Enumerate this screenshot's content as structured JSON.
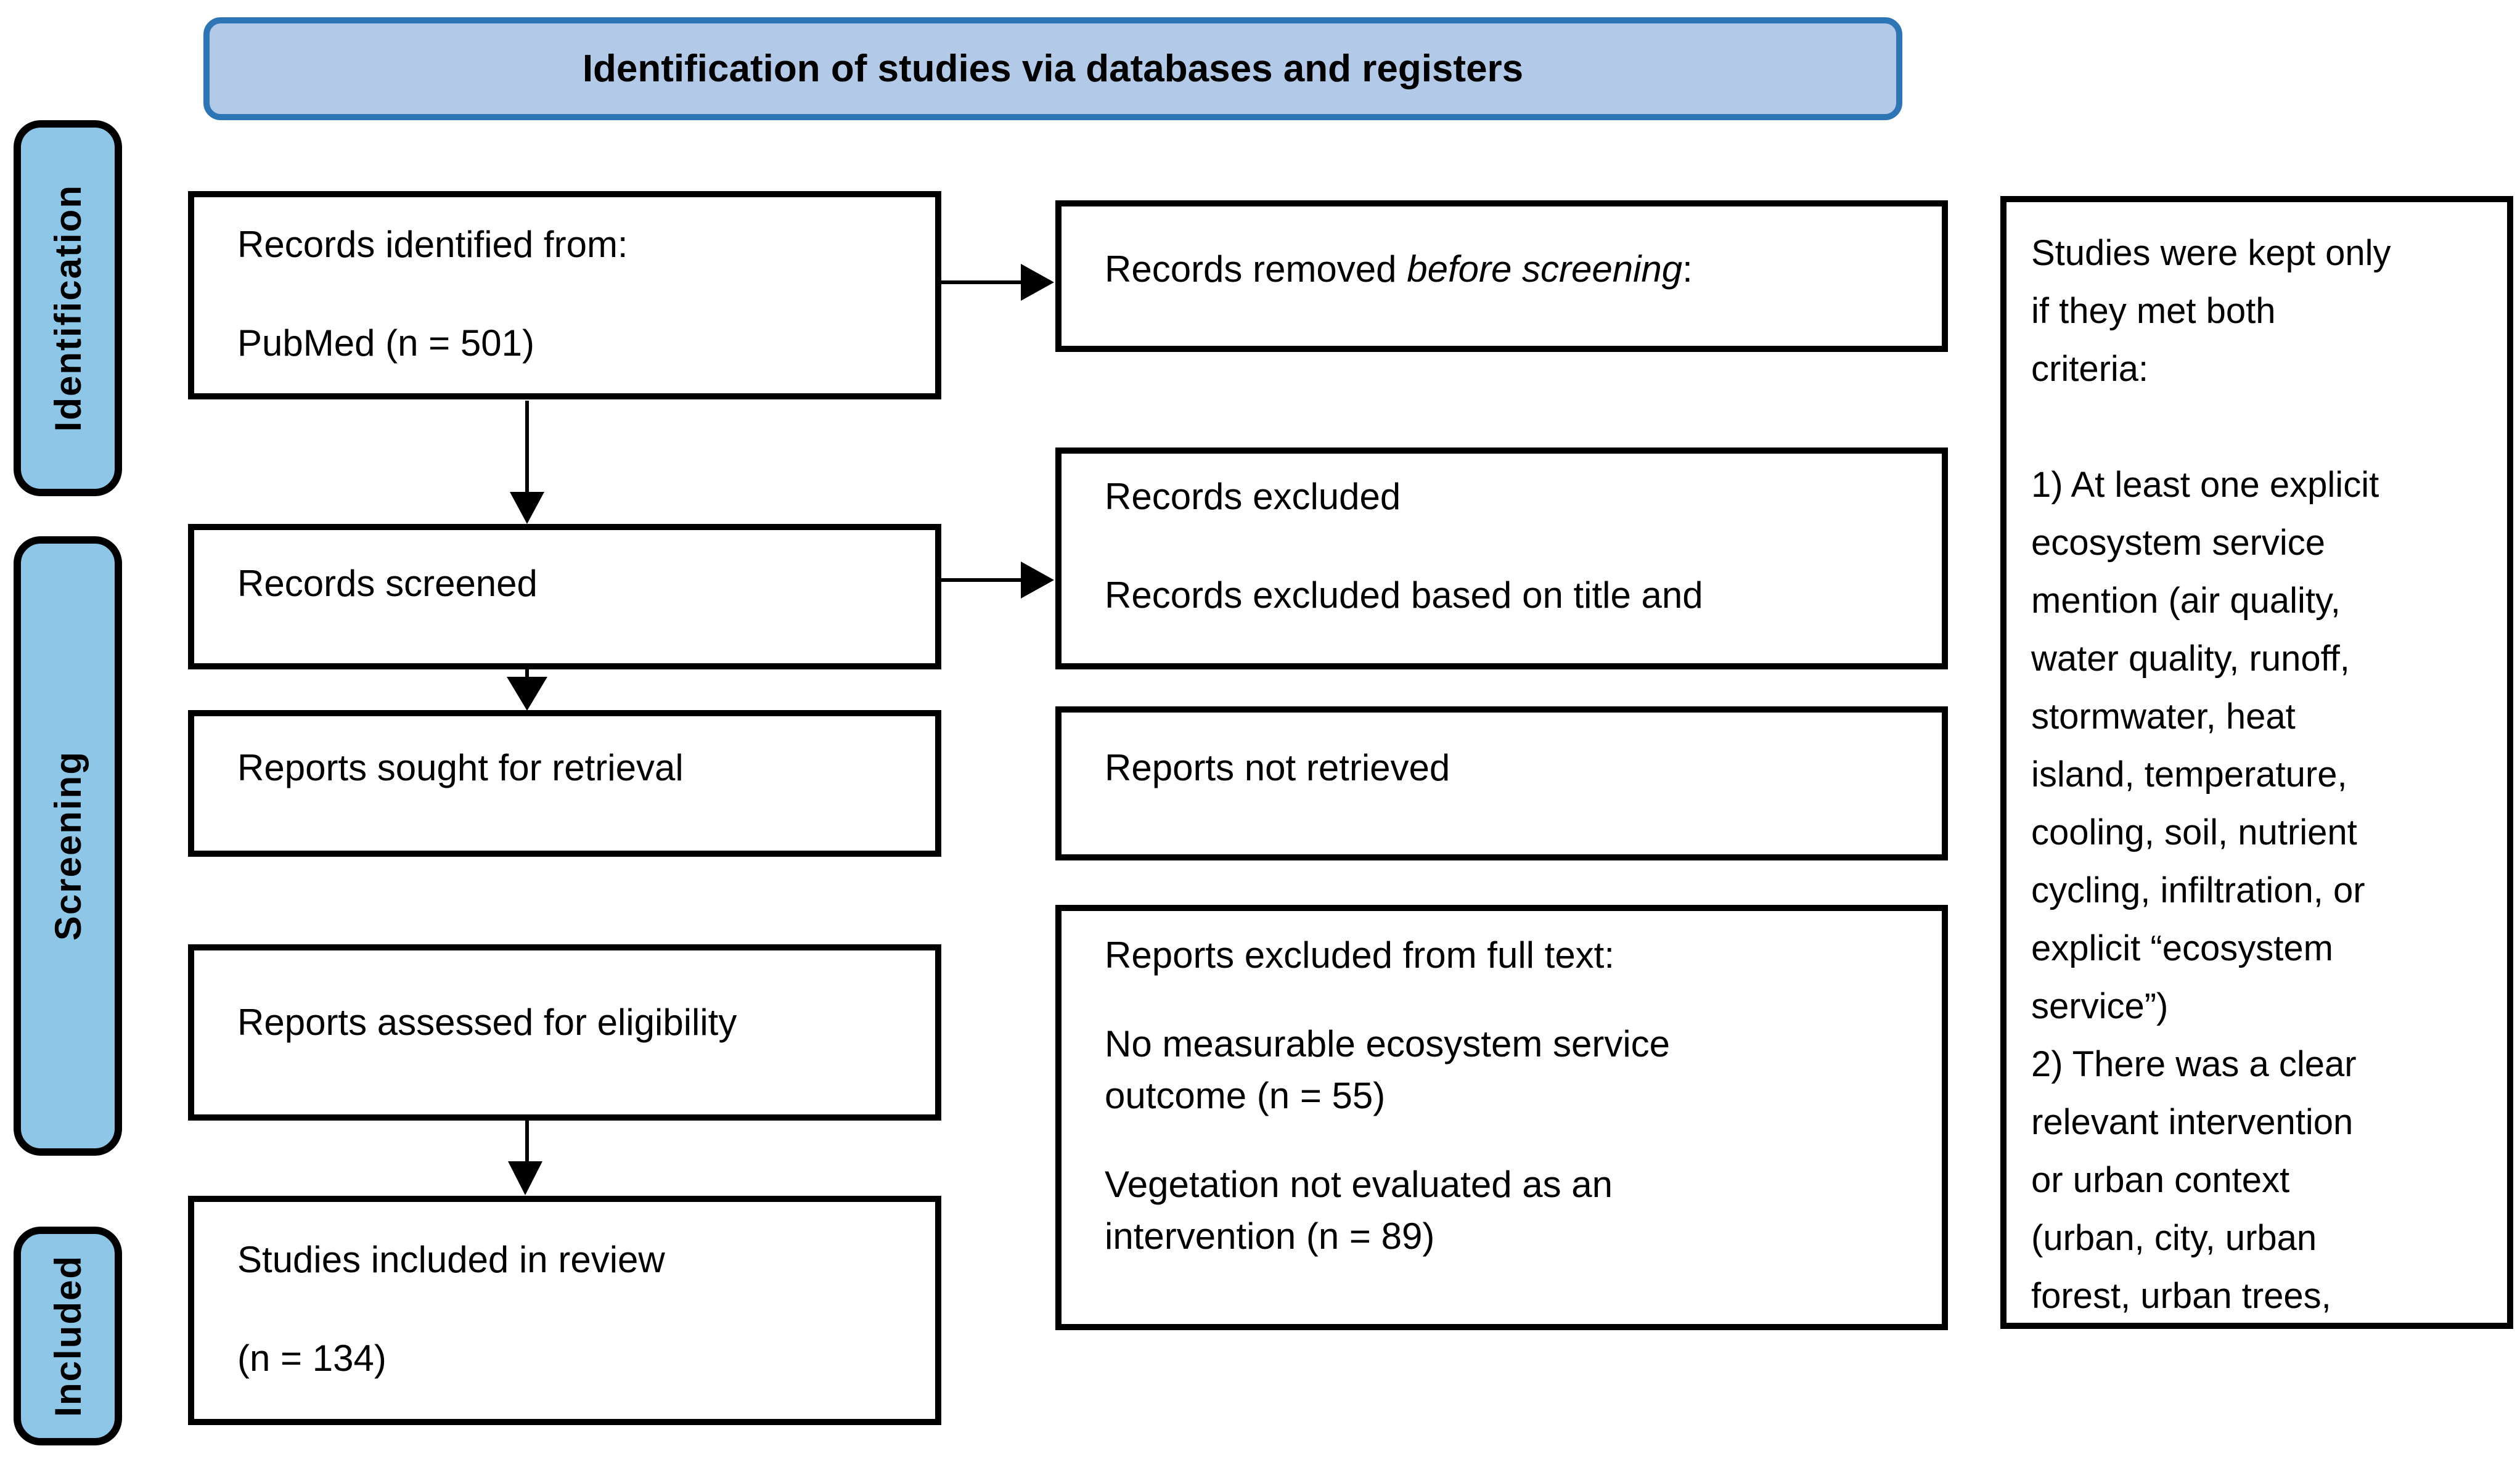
{
  "title": "Identification of studies via databases and registers",
  "stages": {
    "identification": "Identification",
    "screening": "Screening",
    "included": "Included"
  },
  "boxes": {
    "records_identified": {
      "line1": "Records identified from:",
      "line2": "PubMed (n = 501)"
    },
    "records_removed": {
      "prefix": "Records removed ",
      "italic": "before screening",
      "suffix": ":"
    },
    "records_screened": {
      "line1": "Records screened"
    },
    "records_excluded": {
      "line1": "Records excluded",
      "line2": "Records excluded based on title and"
    },
    "reports_sought": {
      "line1": "Reports sought for retrieval"
    },
    "reports_not_retrieved": {
      "line1": "Reports not retrieved"
    },
    "reports_assessed": {
      "line1": "Reports assessed for eligibility"
    },
    "reports_excluded_full_text": {
      "line1": "Reports excluded from full text:",
      "line2": "No measurable ecosystem service\noutcome (n = 55)",
      "line3": "Vegetation not evaluated as an\nintervention (n = 89)"
    },
    "studies_included": {
      "line1": "Studies included in review",
      "line2": "(n = 134)"
    }
  },
  "criteria_panel": {
    "text": "Studies were kept only\nif they met both\ncriteria:\n\n1) At least one explicit\necosystem service\nmention (air quality,\nwater quality, runoff,\nstormwater, heat\nisland, temperature,\ncooling, soil, nutrient\ncycling, infiltration, or\nexplicit “ecosystem\nservice”)\n2) There was a clear\nrelevant intervention\nor urban context\n(urban, city, urban\nforest, urban trees,"
  },
  "colors": {
    "title_fill": "#b3c9e8",
    "title_border": "#2e75b6",
    "stage_fill": "#8ec6e8",
    "box_border": "#000000"
  }
}
